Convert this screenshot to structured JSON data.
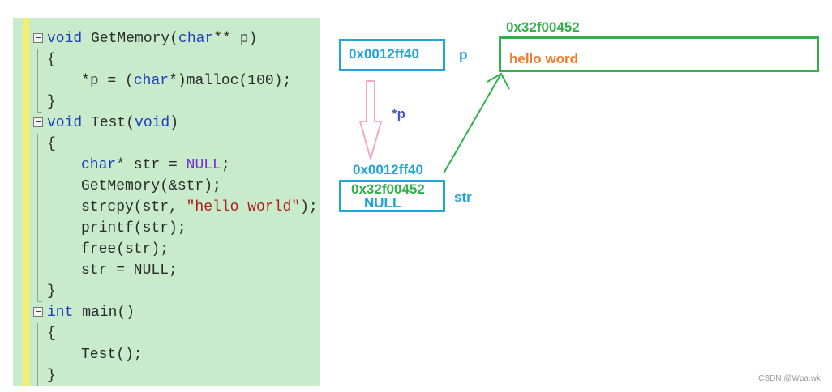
{
  "code": {
    "lines": [
      {
        "fold": "open",
        "indent": false,
        "tokens": [
          {
            "t": "void",
            "c": "kw"
          },
          {
            "t": " GetMemory(",
            "c": "id"
          },
          {
            "t": "char",
            "c": "kw"
          },
          {
            "t": "** ",
            "c": "id"
          },
          {
            "t": "p",
            "c": "param"
          },
          {
            "t": ")",
            "c": "id"
          }
        ]
      },
      {
        "fold": "guide",
        "indent": false,
        "tokens": [
          {
            "t": "{",
            "c": "id"
          }
        ]
      },
      {
        "fold": "guide",
        "indent": true,
        "tokens": [
          {
            "t": "*",
            "c": "id"
          },
          {
            "t": "p",
            "c": "param"
          },
          {
            "t": " = (",
            "c": "id"
          },
          {
            "t": "char",
            "c": "kw"
          },
          {
            "t": "*)malloc(100);",
            "c": "id"
          }
        ]
      },
      {
        "fold": "end",
        "indent": false,
        "tokens": [
          {
            "t": "}",
            "c": "id"
          }
        ]
      },
      {
        "fold": "open",
        "indent": false,
        "tokens": [
          {
            "t": "void",
            "c": "kw"
          },
          {
            "t": " Test(",
            "c": "id"
          },
          {
            "t": "void",
            "c": "kw"
          },
          {
            "t": ")",
            "c": "id"
          }
        ]
      },
      {
        "fold": "guide",
        "indent": false,
        "tokens": [
          {
            "t": "{",
            "c": "id"
          }
        ]
      },
      {
        "fold": "guide",
        "indent": true,
        "tokens": [
          {
            "t": "char",
            "c": "kw"
          },
          {
            "t": "* str = ",
            "c": "id"
          },
          {
            "t": "NULL",
            "c": "mac"
          },
          {
            "t": ";",
            "c": "id"
          }
        ]
      },
      {
        "fold": "guide",
        "indent": true,
        "tokens": [
          {
            "t": "GetMemory(&str);",
            "c": "id"
          }
        ]
      },
      {
        "fold": "guide",
        "indent": true,
        "tokens": [
          {
            "t": "strcpy(str, ",
            "c": "id"
          },
          {
            "t": "\"hello world\"",
            "c": "str"
          },
          {
            "t": ");",
            "c": "id"
          }
        ]
      },
      {
        "fold": "guide",
        "indent": true,
        "tokens": [
          {
            "t": "printf(str);",
            "c": "id"
          }
        ]
      },
      {
        "fold": "guide",
        "indent": true,
        "tokens": [
          {
            "t": "free(str);",
            "c": "id"
          }
        ]
      },
      {
        "fold": "guide",
        "indent": true,
        "tokens": [
          {
            "t": "str = NULL;",
            "c": "id"
          }
        ]
      },
      {
        "fold": "end",
        "indent": false,
        "tokens": [
          {
            "t": "}",
            "c": "id"
          }
        ]
      },
      {
        "fold": "open",
        "indent": false,
        "tokens": [
          {
            "t": "int",
            "c": "kw"
          },
          {
            "t": " main()",
            "c": "id"
          }
        ]
      },
      {
        "fold": "guide",
        "indent": false,
        "tokens": [
          {
            "t": "{",
            "c": "id"
          }
        ]
      },
      {
        "fold": "guide",
        "indent": true,
        "tokens": [
          {
            "t": "Test();",
            "c": "id"
          }
        ]
      },
      {
        "fold": "end",
        "indent": false,
        "tokens": [
          {
            "t": "}",
            "c": "id"
          }
        ]
      }
    ]
  },
  "diagram": {
    "p_box_value": "0x0012ff40",
    "p_label": "p",
    "deref_label": "*p",
    "str_address": "0x0012ff40",
    "str_value_addr": "0x32f00452",
    "str_value_null": "NULL",
    "str_label": "str",
    "heap_address": "0x32f00452",
    "heap_content": "hello word"
  },
  "colors": {
    "code_bg": "#c7ebcb",
    "gutter": "#f6ef6a",
    "blue": "#22a3dc",
    "green": "#2fb24a",
    "orange": "#f07c2e",
    "purple": "#4a55c8",
    "pink_arrow": "#f7a8c8"
  },
  "watermark": "CSDN @Wpa.wk"
}
